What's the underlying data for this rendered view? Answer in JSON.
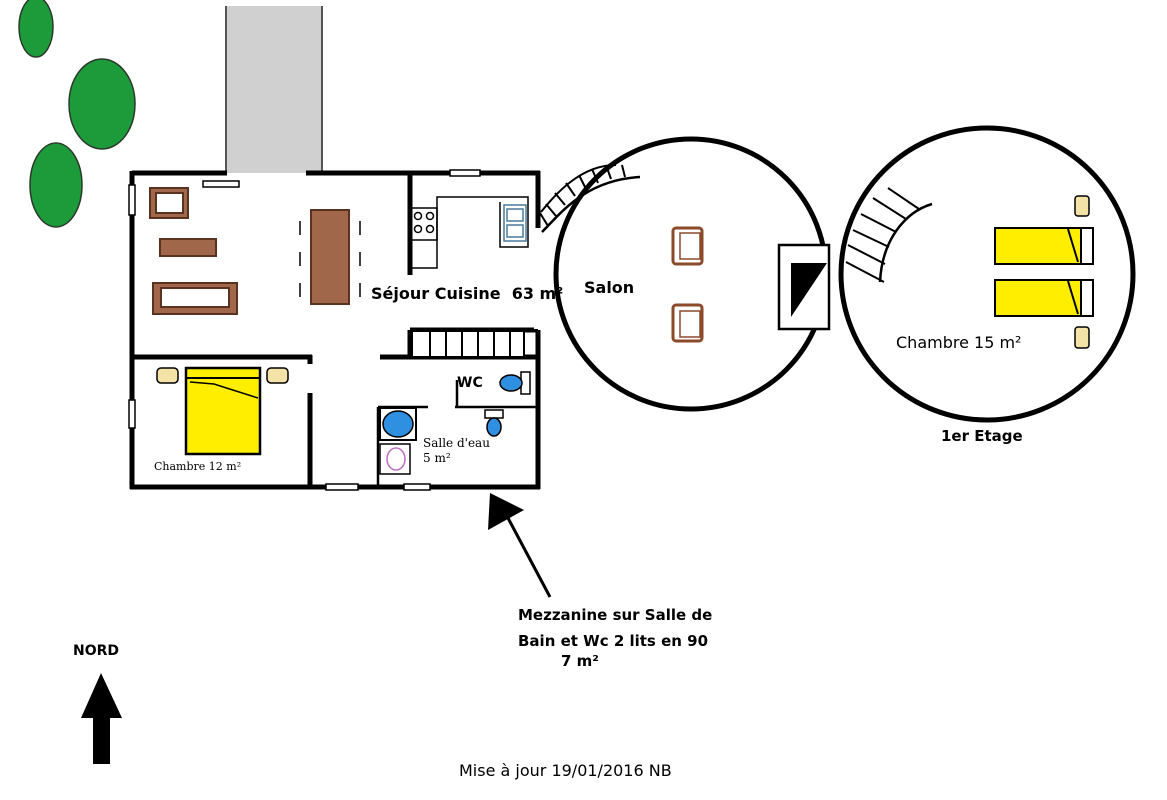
{
  "labels": {
    "sejour_cuisine": "Séjour Cuisine  63 m²",
    "salon": "Salon",
    "chambre_12": "Chambre 12 m²",
    "wc": "WC",
    "salle_eau_1": "Salle d'eau",
    "salle_eau_2": "5 m²",
    "chambre_15": "Chambre 15 m²",
    "etage": "1er Etage",
    "mezz_1": "Mezzanine sur Salle de",
    "mezz_2": "Bain et Wc 2 lits en 90",
    "mezz_3": "7 m²",
    "nord": "NORD",
    "update": "Mise à jour 19/01/2016 NB"
  },
  "colors": {
    "wall": "#000000",
    "furniture": "#a0674a",
    "bed": "#ffee00",
    "pillow": "#f3e3a6",
    "sanitary": "#2f8fe0",
    "tree": "#1d9a3a",
    "paving": "#cfcfcf"
  }
}
